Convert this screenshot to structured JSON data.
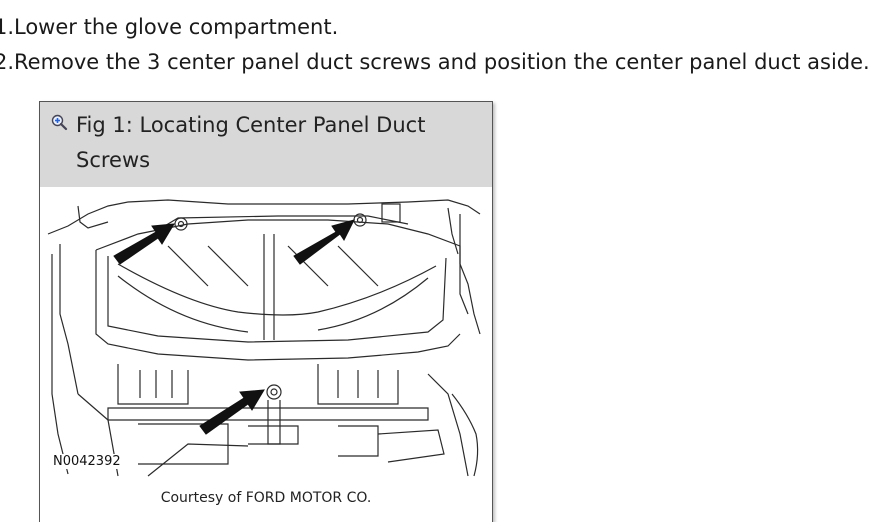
{
  "steps": [
    {
      "number": "1.",
      "text": "Lower the glove compartment."
    },
    {
      "number": "2.",
      "text": "Remove the 3 center panel duct screws and position the center panel duct aside."
    }
  ],
  "figure": {
    "title": "Fig 1: Locating Center Panel Duct Screws",
    "code": "N0042392",
    "caption": "Courtesy of FORD MOTOR CO.",
    "zoom_icon": "zoom-in-icon"
  }
}
